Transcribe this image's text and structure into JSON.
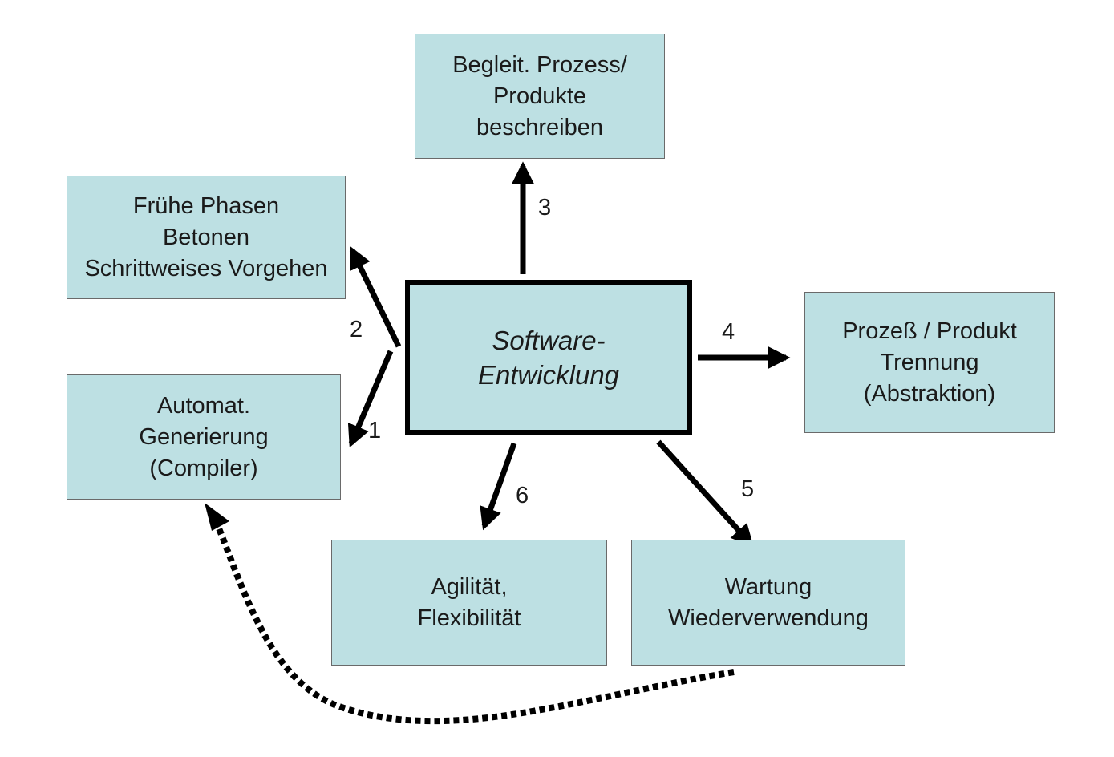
{
  "center": {
    "lines": [
      "Software-",
      "Entwicklung"
    ]
  },
  "boxes": {
    "top": {
      "lines": [
        "Begleit. Prozess/",
        "Produkte",
        "beschreiben"
      ]
    },
    "left_upper": {
      "lines": [
        "Frühe Phasen",
        "Betonen",
        "Schrittweises Vorgehen"
      ]
    },
    "left_lower": {
      "lines": [
        "Automat.",
        "Generierung",
        "(Compiler)"
      ]
    },
    "right": {
      "lines": [
        "Prozeß / Produkt",
        "Trennung",
        "(Abstraktion)"
      ]
    },
    "bottom_left": {
      "lines": [
        "Agilität,",
        "Flexibilität"
      ]
    },
    "bottom_right": {
      "lines": [
        "Wartung",
        "Wiederverwendung"
      ]
    }
  },
  "labels": {
    "n1": "1",
    "n2": "2",
    "n3": "3",
    "n4": "4",
    "n5": "5",
    "n6": "6"
  },
  "colors": {
    "box_fill": "#bde0e3",
    "box_border": "#6a6a6a",
    "arrow": "#000000"
  }
}
